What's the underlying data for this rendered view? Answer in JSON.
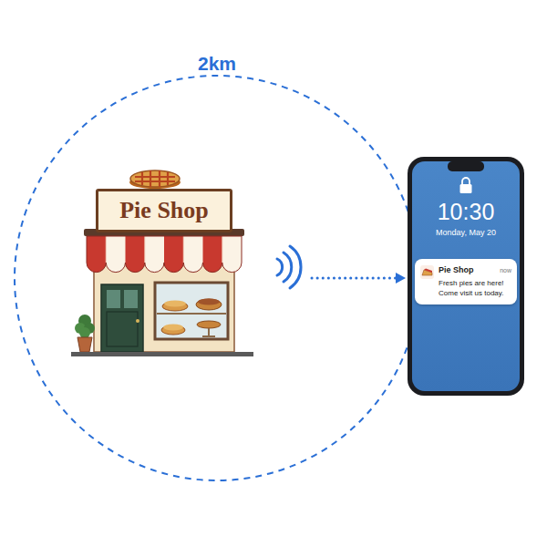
{
  "diagram": {
    "nodes": [
      {
        "text": [
          "Pie Shop"
        ]
      },
      {
        "text": [
          "10:30",
          "Monday, May 20"
        ]
      },
      {
        "text": [
          "Pie Shop",
          "now",
          "Fresh pies are here! Come visit us today."
        ],
        "in": 1
      }
    ],
    "edges": [
      {
        "from": 0,
        "to": 1,
        "arrow": "to"
      }
    ],
    "labels": [
      "2km"
    ]
  }
}
